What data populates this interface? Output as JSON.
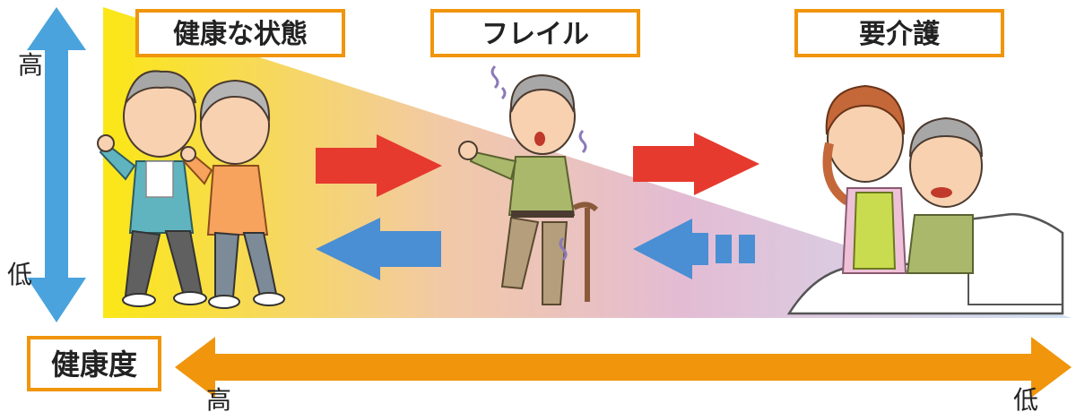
{
  "stages": {
    "healthy": "健康な状態",
    "frail": "フレイル",
    "care": "要介護"
  },
  "vertical_axis": {
    "top": "高",
    "bottom": "低"
  },
  "health_axis": {
    "title": "健康度",
    "left": "高",
    "right": "低"
  },
  "colors": {
    "accent_orange": "#f0950c",
    "axis_blue": "#4aa3dc",
    "progress_red": "#e63a2e",
    "recovery_blue": "#4a8ed3",
    "gradient_start": "#fbe716",
    "gradient_mid": "#e6b8c8",
    "gradient_end": "#cfe1f3"
  }
}
